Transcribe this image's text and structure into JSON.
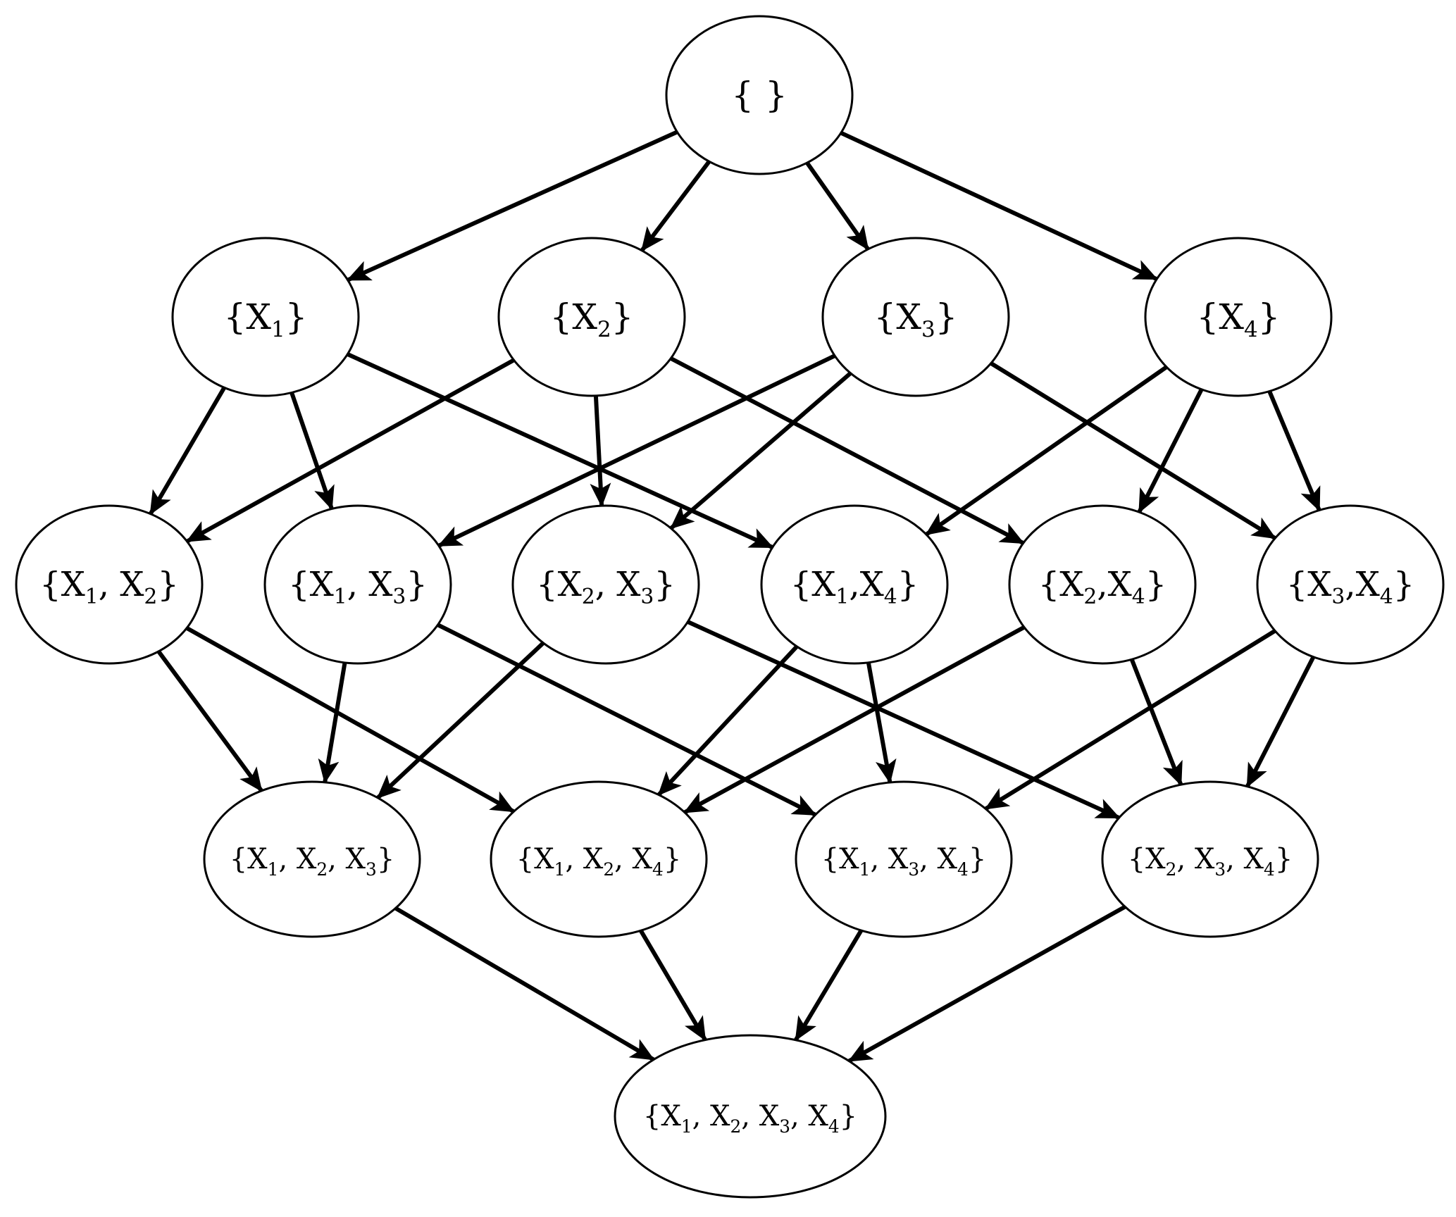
{
  "diagram": {
    "type": "subset-lattice",
    "colors": {
      "stroke": "#000000",
      "fill": "#ffffff"
    },
    "levels": [
      [
        {
          "id": "empty",
          "label": [
            {
              "t": "{ }"
            }
          ]
        }
      ],
      [
        {
          "id": "x1",
          "label": [
            {
              "t": "{X"
            },
            {
              "s": "1"
            },
            {
              "t": "}"
            }
          ]
        },
        {
          "id": "x2",
          "label": [
            {
              "t": "{X"
            },
            {
              "s": "2"
            },
            {
              "t": "}"
            }
          ]
        },
        {
          "id": "x3",
          "label": [
            {
              "t": "{X"
            },
            {
              "s": "3"
            },
            {
              "t": "}"
            }
          ]
        },
        {
          "id": "x4",
          "label": [
            {
              "t": "{X"
            },
            {
              "s": "4"
            },
            {
              "t": "}"
            }
          ]
        }
      ],
      [
        {
          "id": "x12",
          "label": [
            {
              "t": "{X"
            },
            {
              "s": "1"
            },
            {
              "t": ", X"
            },
            {
              "s": "2"
            },
            {
              "t": "}"
            }
          ]
        },
        {
          "id": "x13",
          "label": [
            {
              "t": "{X"
            },
            {
              "s": "1"
            },
            {
              "t": ", X"
            },
            {
              "s": "3"
            },
            {
              "t": "}"
            }
          ]
        },
        {
          "id": "x23",
          "label": [
            {
              "t": "{X"
            },
            {
              "s": "2"
            },
            {
              "t": ", X"
            },
            {
              "s": "3"
            },
            {
              "t": "}"
            }
          ]
        },
        {
          "id": "x14",
          "label": [
            {
              "t": "{X"
            },
            {
              "s": "1"
            },
            {
              "t": ",X"
            },
            {
              "s": "4"
            },
            {
              "t": "}"
            }
          ]
        },
        {
          "id": "x24",
          "label": [
            {
              "t": "{X"
            },
            {
              "s": "2"
            },
            {
              "t": ",X"
            },
            {
              "s": "4"
            },
            {
              "t": "}"
            }
          ]
        },
        {
          "id": "x34",
          "label": [
            {
              "t": "{X"
            },
            {
              "s": "3"
            },
            {
              "t": ",X"
            },
            {
              "s": "4"
            },
            {
              "t": "}"
            }
          ]
        }
      ],
      [
        {
          "id": "x123",
          "label": [
            {
              "t": "{X"
            },
            {
              "s": "1"
            },
            {
              "t": ", X"
            },
            {
              "s": "2"
            },
            {
              "t": ", X"
            },
            {
              "s": "3"
            },
            {
              "t": "}"
            }
          ]
        },
        {
          "id": "x124",
          "label": [
            {
              "t": "{X"
            },
            {
              "s": "1"
            },
            {
              "t": ", X"
            },
            {
              "s": "2"
            },
            {
              "t": ", X"
            },
            {
              "s": "4"
            },
            {
              "t": "}"
            }
          ]
        },
        {
          "id": "x134",
          "label": [
            {
              "t": "{X"
            },
            {
              "s": "1"
            },
            {
              "t": ", X"
            },
            {
              "s": "3"
            },
            {
              "t": ", X"
            },
            {
              "s": "4"
            },
            {
              "t": "}"
            }
          ]
        },
        {
          "id": "x234",
          "label": [
            {
              "t": "{X"
            },
            {
              "s": "2"
            },
            {
              "t": ", X"
            },
            {
              "s": "3"
            },
            {
              "t": ", X"
            },
            {
              "s": "4"
            },
            {
              "t": "}"
            }
          ]
        }
      ],
      [
        {
          "id": "x1234",
          "label": [
            {
              "t": "{X"
            },
            {
              "s": "1"
            },
            {
              "t": ", X"
            },
            {
              "s": "2"
            },
            {
              "t": ", X"
            },
            {
              "s": "3"
            },
            {
              "t": ", X"
            },
            {
              "s": "4"
            },
            {
              "t": "}"
            }
          ]
        }
      ]
    ],
    "edges": [
      [
        "empty",
        "x1"
      ],
      [
        "empty",
        "x2"
      ],
      [
        "empty",
        "x3"
      ],
      [
        "empty",
        "x4"
      ],
      [
        "x1",
        "x12"
      ],
      [
        "x1",
        "x13"
      ],
      [
        "x1",
        "x14"
      ],
      [
        "x2",
        "x12"
      ],
      [
        "x2",
        "x23"
      ],
      [
        "x2",
        "x24"
      ],
      [
        "x3",
        "x13"
      ],
      [
        "x3",
        "x23"
      ],
      [
        "x3",
        "x34"
      ],
      [
        "x4",
        "x14"
      ],
      [
        "x4",
        "x24"
      ],
      [
        "x4",
        "x34"
      ],
      [
        "x12",
        "x123"
      ],
      [
        "x12",
        "x124"
      ],
      [
        "x13",
        "x123"
      ],
      [
        "x13",
        "x134"
      ],
      [
        "x23",
        "x123"
      ],
      [
        "x23",
        "x234"
      ],
      [
        "x14",
        "x124"
      ],
      [
        "x14",
        "x134"
      ],
      [
        "x24",
        "x124"
      ],
      [
        "x24",
        "x234"
      ],
      [
        "x34",
        "x134"
      ],
      [
        "x34",
        "x234"
      ],
      [
        "x123",
        "x1234"
      ],
      [
        "x124",
        "x1234"
      ],
      [
        "x134",
        "x1234"
      ],
      [
        "x234",
        "x1234"
      ]
    ]
  }
}
